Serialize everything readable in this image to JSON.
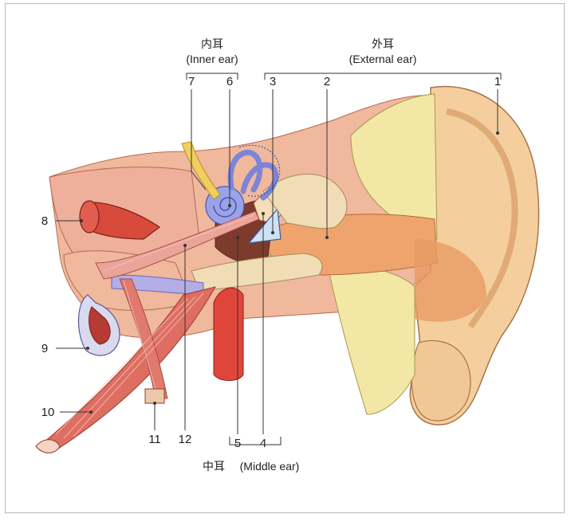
{
  "groups": {
    "inner": {
      "title_zh": "内耳",
      "title_en": "(Inner ear)"
    },
    "external": {
      "title_zh": "外耳",
      "title_en": "(External ear)"
    },
    "middle": {
      "title_zh": "中耳",
      "title_en": "(Middle ear)"
    }
  },
  "numbers": {
    "n1": "1",
    "n2": "2",
    "n3": "3",
    "n4": "4",
    "n5": "5",
    "n6": "6",
    "n7": "7",
    "n8": "8",
    "n9": "9",
    "n10": "10",
    "n11": "11",
    "n12": "12"
  },
  "colors": {
    "skin": "#f4cf9d",
    "skin_dark": "#e8b27a",
    "bone": "#f3e7a6",
    "flesh": "#e99080",
    "muscle": "#df6e62",
    "vessel": "#e0453a",
    "inner_ear": "#9aa3e8",
    "canal": "#efa46d"
  }
}
